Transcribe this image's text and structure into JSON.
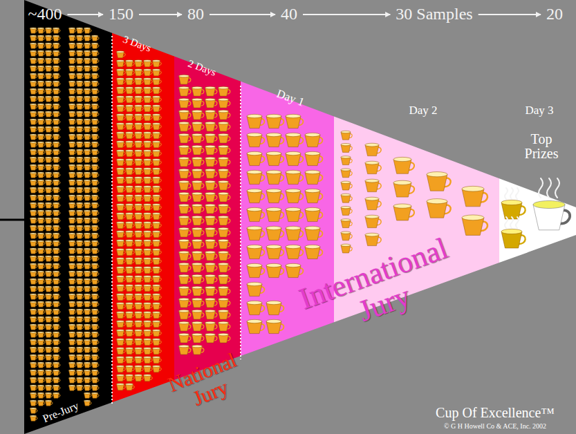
{
  "diagram": {
    "nodes": [
      {
        "text": [
          "~400"
        ]
      },
      {
        "text": [
          "150"
        ]
      },
      {
        "text": [
          "80"
        ]
      },
      {
        "text": [
          "40"
        ]
      },
      {
        "text": [
          "30 Samples"
        ]
      },
      {
        "text": [
          "20"
        ]
      }
    ],
    "edges": [
      {
        "from": 0,
        "to": 1,
        "arrow": "to"
      },
      {
        "from": 1,
        "to": 2,
        "arrow": "to"
      },
      {
        "from": 2,
        "to": 3,
        "arrow": "to"
      },
      {
        "from": 3,
        "to": 4,
        "arrow": "to"
      },
      {
        "from": 4,
        "to": 5,
        "arrow": "to"
      }
    ],
    "labels": [
      "3 Days",
      "2 Days",
      "Day 1",
      "Day 2",
      "Day 3",
      "Top Prizes",
      "Pre-Jury",
      "National Jury",
      "International Jury",
      "Cup Of Excellence™",
      "© G H Howell Co & ACE, Inc. 2002"
    ]
  }
}
